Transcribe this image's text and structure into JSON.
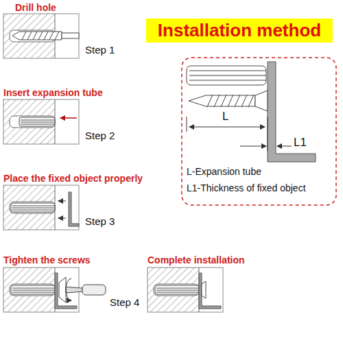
{
  "diagram": {
    "nodes": [
      {
        "text": [
          "Installation method"
        ]
      }
    ],
    "labels": [
      "Drill hole",
      "Step 1",
      "Insert expansion tube",
      "Step 2",
      "Place the fixed object properly",
      "Step 3",
      "Tighten the screws",
      "Step 4",
      "Complete installation",
      "L",
      "L1",
      "L-Expansion tube",
      "L1-Thickness of fixed object"
    ]
  }
}
